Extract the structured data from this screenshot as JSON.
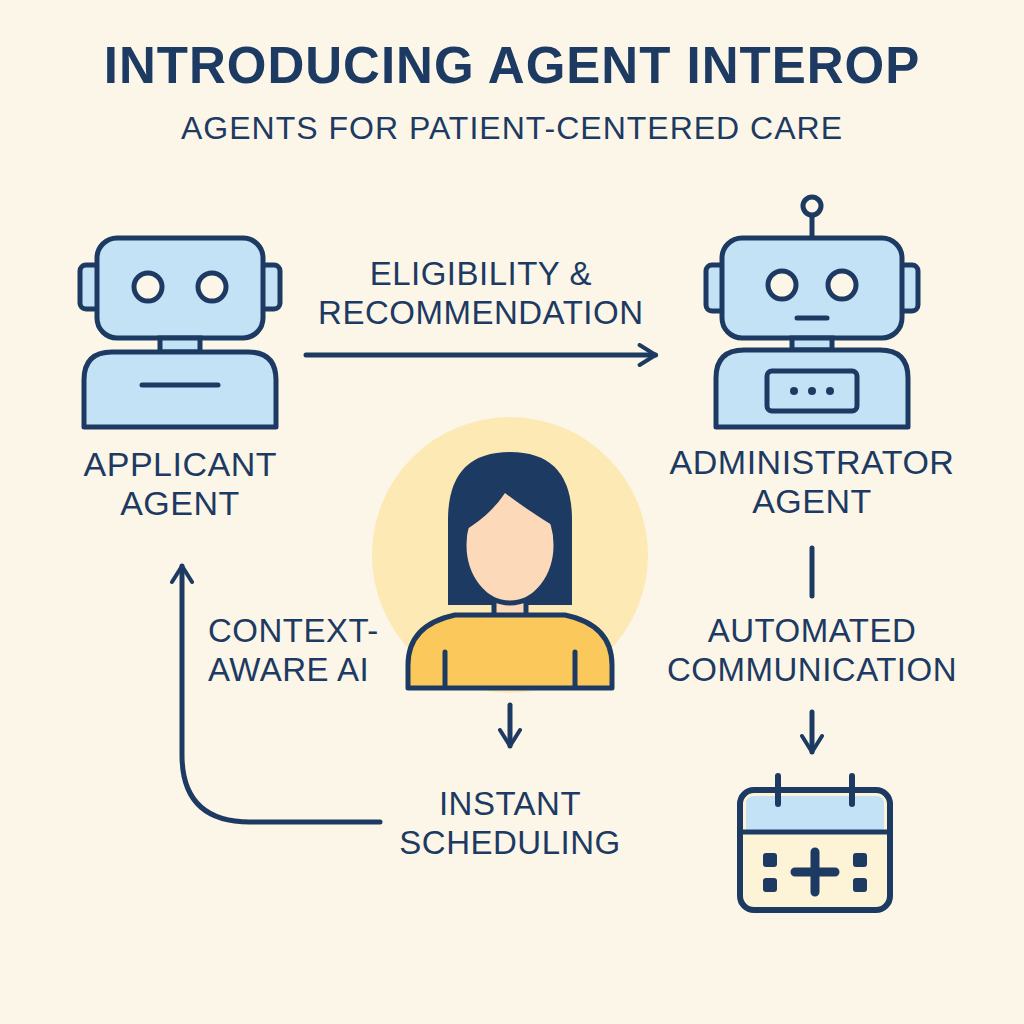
{
  "diagram": {
    "title": "INTRODUCING AGENT INTEROP",
    "nodes": [
      {
        "text": [
          "APPLICANT AGENT"
        ]
      },
      {
        "text": [
          "ADMINISTRATOR AGENT"
        ]
      }
    ],
    "edges": [
      {
        "from": 0,
        "to": 1,
        "label": "ELIGIBILITY & RECOMMENDATION",
        "arrow": "to"
      }
    ],
    "labels": [
      "AGENTS FOR PATIENT-CENTERED CARE",
      "CONTEXT-AWARE AI",
      "AUTOMATED COMMUNICATION",
      "INSTANT SCHEDULING"
    ]
  }
}
